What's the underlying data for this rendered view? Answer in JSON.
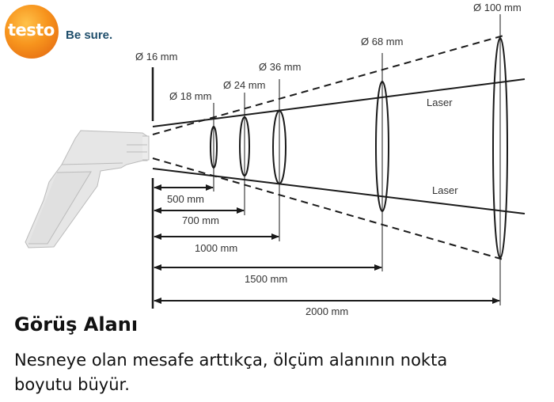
{
  "brand": {
    "logo_text": "testo",
    "slogan": "Be sure.",
    "color": "#f7941d"
  },
  "diagram": {
    "spot_diameters": [
      {
        "label": "Ø 16 mm",
        "distance_mm": 0
      },
      {
        "label": "Ø 18 mm",
        "distance_mm": 500
      },
      {
        "label": "Ø 24 mm",
        "distance_mm": 700
      },
      {
        "label": "Ø 36 mm",
        "distance_mm": 1000
      },
      {
        "label": "Ø 68 mm",
        "distance_mm": 1500
      },
      {
        "label": "Ø 100 mm",
        "distance_mm": 2000
      }
    ],
    "distances": [
      "500 mm",
      "700 mm",
      "1000 mm",
      "1500 mm",
      "2000 mm"
    ],
    "laser_top_label": "Laser",
    "laser_bottom_label": "Laser"
  },
  "caption": {
    "title": "Görüş Alanı",
    "description": "Nesneye olan mesafe arttıkça, ölçüm alanının nokta boyutu büyür."
  }
}
